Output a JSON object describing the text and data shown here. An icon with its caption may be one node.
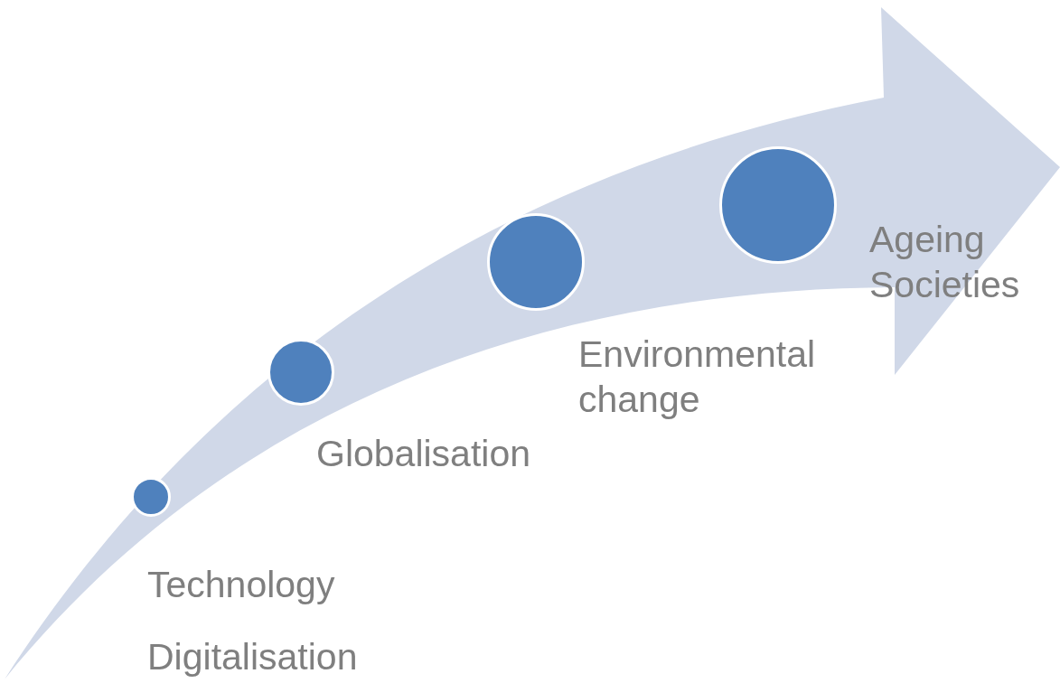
{
  "diagram": {
    "nodes": [
      {
        "text": [],
        "shape": "circle",
        "beside": [
          "Technology",
          "Digitalisation"
        ]
      },
      {
        "text": [],
        "shape": "circle",
        "beside": [
          "Globalisation"
        ]
      },
      {
        "text": [],
        "shape": "circle",
        "beside": [
          "Environmental change"
        ]
      },
      {
        "text": [],
        "shape": "circle",
        "beside": [
          "Ageing Societies"
        ]
      }
    ],
    "edges": []
  }
}
